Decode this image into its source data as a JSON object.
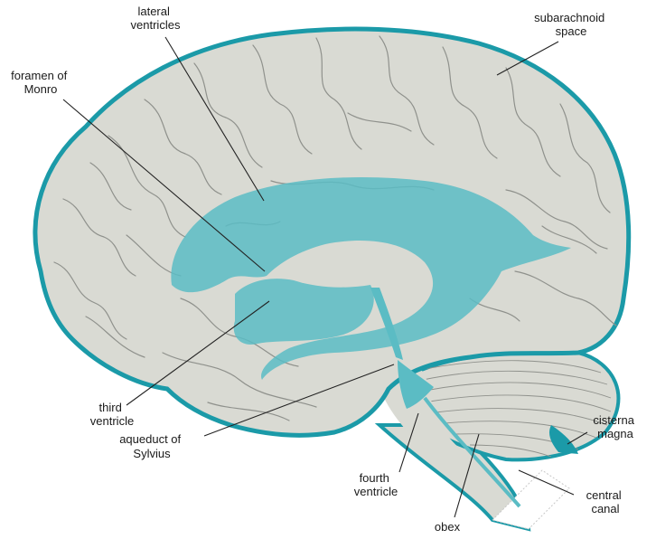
{
  "colors": {
    "brain_fill": "#d9dad3",
    "csf_outline": "#1b9aa8",
    "ventricle_fill": "#5bbcc4",
    "sulci": "#8f918c"
  },
  "labels": {
    "lateral_ventricles": [
      "lateral",
      "ventricles"
    ],
    "foramen_of_monro": [
      "foramen of",
      "Monro"
    ],
    "subarachnoid_space": [
      "subarachnoid",
      "space"
    ],
    "third_ventricle": [
      "third",
      "ventricle"
    ],
    "aqueduct_of_sylvius": [
      "aqueduct of",
      "Sylvius"
    ],
    "fourth_ventricle": [
      "fourth",
      "ventricle"
    ],
    "cisterna_magna": [
      "cisterna",
      "magna"
    ],
    "central_canal": [
      "central",
      "canal"
    ],
    "obex": [
      "obex"
    ]
  }
}
